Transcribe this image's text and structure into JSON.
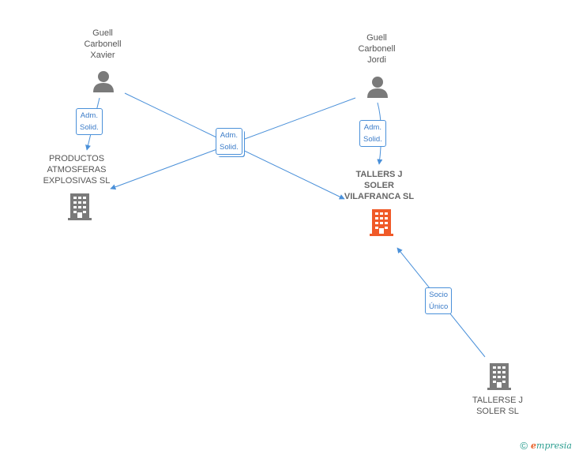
{
  "nodes": {
    "guell_xavier": {
      "label": "Guell\nCarbonell\nXavier",
      "icon": "person-icon"
    },
    "guell_jordi": {
      "label": "Guell\nCarbonell\nJordi",
      "icon": "person-icon"
    },
    "productos": {
      "label": "PRODUCTOS\nATMOSFERAS\nEXPLOSIVAS  SL",
      "icon": "building-icon"
    },
    "tallers": {
      "label": "TALLERS J\nSOLER\nVILAFRANCA SL",
      "icon": "building-icon"
    },
    "tallerse": {
      "label": "TALLERSE J\nSOLER  SL",
      "icon": "building-icon"
    }
  },
  "edges": [
    {
      "from": "guell_xavier",
      "to": "productos",
      "label": "Adm.\nSolid."
    },
    {
      "from": "guell_xavier",
      "to": "tallers",
      "label": "Adm.\nSolid."
    },
    {
      "from": "guell_jordi",
      "to": "productos",
      "label": "Adm.\nSolid."
    },
    {
      "from": "guell_jordi",
      "to": "tallers",
      "label": "Adm.\nSolid."
    },
    {
      "from": "tallerse",
      "to": "tallers",
      "label": "Socio\nÚnico"
    }
  ],
  "colors": {
    "edge": "#4a90d9",
    "person": "#7a7a7a",
    "building": "#7a7a7a",
    "building_main": "#f05a28"
  },
  "footer": {
    "copyright": "©",
    "brand_e": "e",
    "brand_rest": "mpresia"
  }
}
